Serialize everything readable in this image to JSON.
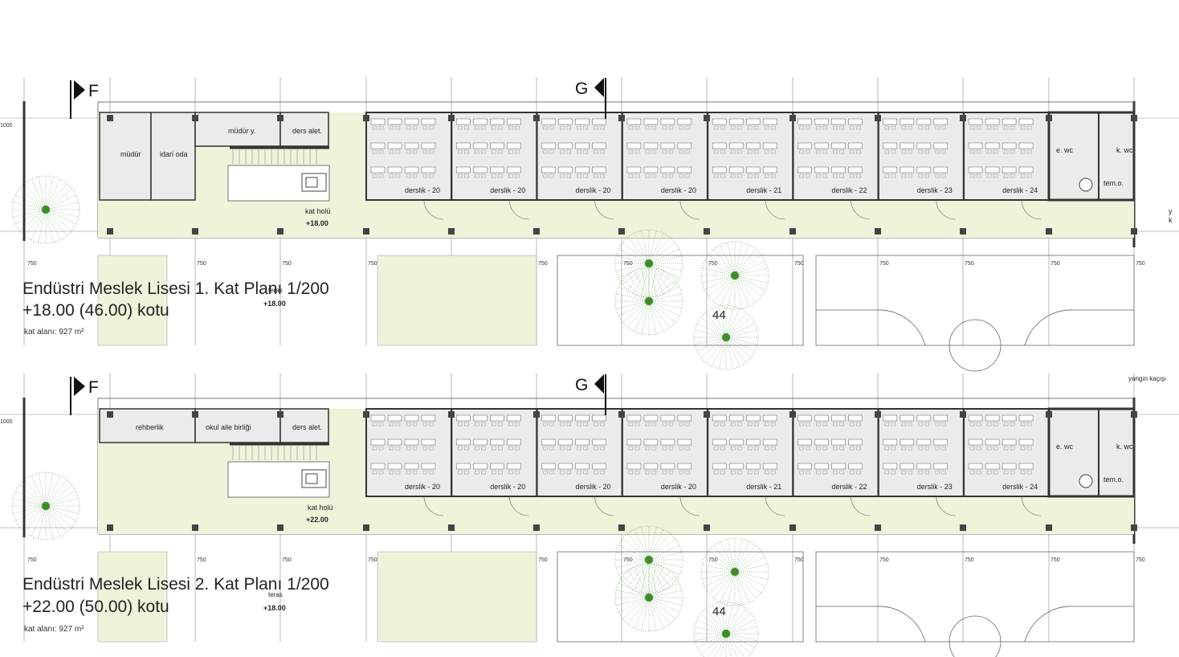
{
  "plans": [
    {
      "title": "Endüstri Meslek Lisesi 1. Kat Planı 1/200",
      "level": "+18.00 (46.00) kotu",
      "area": "kat alanı: 927 m²",
      "terrace_label": "teras",
      "terrace_level": "+18.00",
      "hall_label": "kat holü",
      "hall_level": "+18.00",
      "office_rooms": [
        "müdür",
        "idari oda",
        "müdür y.",
        "ders alet."
      ],
      "classrooms": [
        "derslik - 20",
        "derslik - 20",
        "derslik - 20",
        "derslik - 20",
        "derslik - 21",
        "derslik - 22",
        "derslik - 23",
        "derslik - 24"
      ],
      "wc_rooms": [
        "e. wc",
        "k. wc",
        "tem.o."
      ],
      "exit_label": "y",
      "exit_label2": "k",
      "court_number": "44"
    },
    {
      "title": "Endüstri Meslek Lisesi 2. Kat Planı 1/200",
      "level": "+22.00 (50.00) kotu",
      "area": "kat alanı: 927 m²",
      "terrace_label": "teras",
      "terrace_level": "+18.00",
      "hall_label": "kat holü",
      "hall_level": "+22.00",
      "office_rooms": [
        "rehberlik",
        "okul aile birliği",
        "ders alet."
      ],
      "classrooms": [
        "derslik - 20",
        "derslik - 20",
        "derslik - 20",
        "derslik - 20",
        "derslik - 21",
        "derslik - 22",
        "derslik - 23",
        "derslik - 24"
      ],
      "wc_rooms": [
        "e. wc",
        "k. wc",
        "tem.o."
      ],
      "fire_escape": "yangın kaçışı",
      "court_number": "44"
    }
  ],
  "section_markers": [
    "F",
    "G"
  ],
  "axis_label": "1000",
  "bay_dimension": "750",
  "colors": {
    "corridor": "#eef3da",
    "room": "#ebebeb",
    "tree": "#3f8a2a",
    "wall": "#333333"
  }
}
